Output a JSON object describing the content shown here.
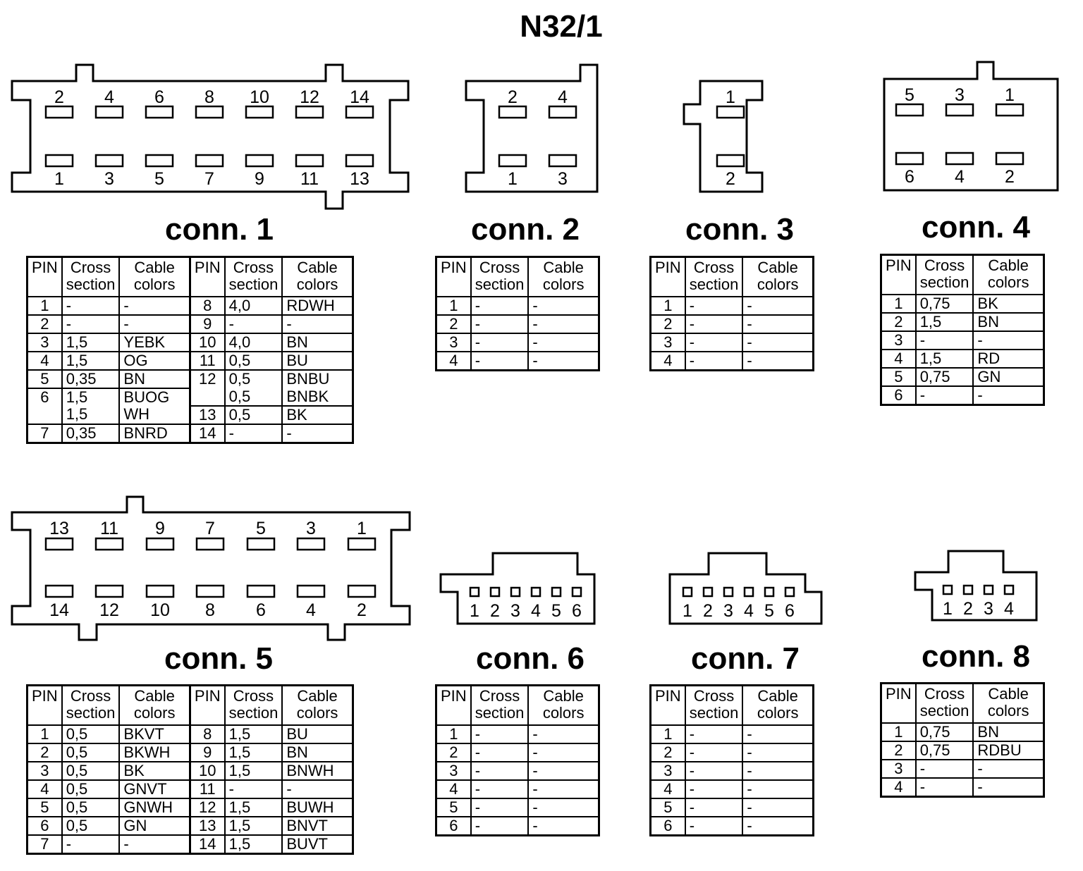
{
  "title": "N32/1",
  "headers": {
    "pin": "PIN",
    "cross": "Cross section",
    "colors": "Cable colors"
  },
  "connectors": [
    {
      "label": "conn. 1",
      "pin_top": [
        "2",
        "4",
        "6",
        "8",
        "10",
        "12",
        "14"
      ],
      "pin_bottom": [
        "1",
        "3",
        "5",
        "7",
        "9",
        "11",
        "13"
      ],
      "rows_left": [
        {
          "pin": "1",
          "cross": "-",
          "color": "-"
        },
        {
          "pin": "2",
          "cross": "-",
          "color": "-"
        },
        {
          "pin": "3",
          "cross": "1,5",
          "color": "YEBK"
        },
        {
          "pin": "4",
          "cross": "1,5",
          "color": "OG"
        },
        {
          "pin": "5",
          "cross": "0,35",
          "color": "BN"
        },
        {
          "pin": "6",
          "cross": "1,5",
          "color": "BUOG"
        },
        {
          "pin": "",
          "cross": "1,5",
          "color": "WH"
        },
        {
          "pin": "7",
          "cross": "0,35",
          "color": "BNRD"
        }
      ],
      "rows_right": [
        {
          "pin": "8",
          "cross": "4,0",
          "color": "RDWH"
        },
        {
          "pin": "9",
          "cross": "-",
          "color": "-"
        },
        {
          "pin": "10",
          "cross": "4,0",
          "color": "BN"
        },
        {
          "pin": "11",
          "cross": "0,5",
          "color": "BU"
        },
        {
          "pin": "12",
          "cross": "0,5",
          "color": "BNBU"
        },
        {
          "pin": "",
          "cross": "0,5",
          "color": "BNBK"
        },
        {
          "pin": "13",
          "cross": "0,5",
          "color": "BK"
        },
        {
          "pin": "14",
          "cross": "-",
          "color": "-"
        }
      ]
    },
    {
      "label": "conn. 2",
      "pin_top": [
        "2",
        "4"
      ],
      "pin_bottom": [
        "1",
        "3"
      ],
      "rows": [
        {
          "pin": "1",
          "cross": "-",
          "color": "-"
        },
        {
          "pin": "2",
          "cross": "-",
          "color": "-"
        },
        {
          "pin": "3",
          "cross": "-",
          "color": "-"
        },
        {
          "pin": "4",
          "cross": "-",
          "color": "-"
        }
      ]
    },
    {
      "label": "conn. 3",
      "pin_top": [
        "1"
      ],
      "pin_bottom": [
        "2"
      ],
      "rows": [
        {
          "pin": "1",
          "cross": "-",
          "color": "-"
        },
        {
          "pin": "2",
          "cross": "-",
          "color": "-"
        },
        {
          "pin": "3",
          "cross": "-",
          "color": "-"
        },
        {
          "pin": "4",
          "cross": "-",
          "color": "-"
        }
      ]
    },
    {
      "label": "conn. 4",
      "pin_top": [
        "5",
        "3",
        "1"
      ],
      "pin_bottom": [
        "6",
        "4",
        "2"
      ],
      "rows": [
        {
          "pin": "1",
          "cross": "0,75",
          "color": "BK"
        },
        {
          "pin": "2",
          "cross": "1,5",
          "color": "BN"
        },
        {
          "pin": "3",
          "cross": "-",
          "color": "-"
        },
        {
          "pin": "4",
          "cross": "1,5",
          "color": "RD"
        },
        {
          "pin": "5",
          "cross": "0,75",
          "color": "GN"
        },
        {
          "pin": "6",
          "cross": "-",
          "color": "-"
        }
      ]
    },
    {
      "label": "conn. 5",
      "pin_top": [
        "13",
        "11",
        "9",
        "7",
        "5",
        "3",
        "1"
      ],
      "pin_bottom": [
        "14",
        "12",
        "10",
        "8",
        "6",
        "4",
        "2"
      ],
      "rows_left": [
        {
          "pin": "1",
          "cross": "0,5",
          "color": "BKVT"
        },
        {
          "pin": "2",
          "cross": "0,5",
          "color": "BKWH"
        },
        {
          "pin": "3",
          "cross": "0,5",
          "color": "BK"
        },
        {
          "pin": "4",
          "cross": "0,5",
          "color": "GNVT"
        },
        {
          "pin": "5",
          "cross": "0,5",
          "color": "GNWH"
        },
        {
          "pin": "6",
          "cross": "0,5",
          "color": "GN"
        },
        {
          "pin": "7",
          "cross": "-",
          "color": "-"
        }
      ],
      "rows_right": [
        {
          "pin": "8",
          "cross": "1,5",
          "color": "BU"
        },
        {
          "pin": "9",
          "cross": "1,5",
          "color": "BN"
        },
        {
          "pin": "10",
          "cross": "1,5",
          "color": "BNWH"
        },
        {
          "pin": "11",
          "cross": "-",
          "color": "-"
        },
        {
          "pin": "12",
          "cross": "1,5",
          "color": "BUWH"
        },
        {
          "pin": "13",
          "cross": "1,5",
          "color": "BNVT"
        },
        {
          "pin": "14",
          "cross": "1,5",
          "color": "BUVT"
        }
      ]
    },
    {
      "label": "conn. 6",
      "pins": [
        "1",
        "2",
        "3",
        "4",
        "5",
        "6"
      ],
      "rows": [
        {
          "pin": "1",
          "cross": "-",
          "color": "-"
        },
        {
          "pin": "2",
          "cross": "-",
          "color": "-"
        },
        {
          "pin": "3",
          "cross": "-",
          "color": "-"
        },
        {
          "pin": "4",
          "cross": "-",
          "color": "-"
        },
        {
          "pin": "5",
          "cross": "-",
          "color": "-"
        },
        {
          "pin": "6",
          "cross": "-",
          "color": "-"
        }
      ]
    },
    {
      "label": "conn. 7",
      "pins": [
        "1",
        "2",
        "3",
        "4",
        "5",
        "6"
      ],
      "rows": [
        {
          "pin": "1",
          "cross": "-",
          "color": "-"
        },
        {
          "pin": "2",
          "cross": "-",
          "color": "-"
        },
        {
          "pin": "3",
          "cross": "-",
          "color": "-"
        },
        {
          "pin": "4",
          "cross": "-",
          "color": "-"
        },
        {
          "pin": "5",
          "cross": "-",
          "color": "-"
        },
        {
          "pin": "6",
          "cross": "-",
          "color": "-"
        }
      ]
    },
    {
      "label": "conn. 8",
      "pins": [
        "1",
        "2",
        "3",
        "4"
      ],
      "rows": [
        {
          "pin": "1",
          "cross": "0,75",
          "color": "BN"
        },
        {
          "pin": "2",
          "cross": "0,75",
          "color": "RDBU"
        },
        {
          "pin": "3",
          "cross": "-",
          "color": "-"
        },
        {
          "pin": "4",
          "cross": "-",
          "color": "-"
        }
      ]
    }
  ]
}
